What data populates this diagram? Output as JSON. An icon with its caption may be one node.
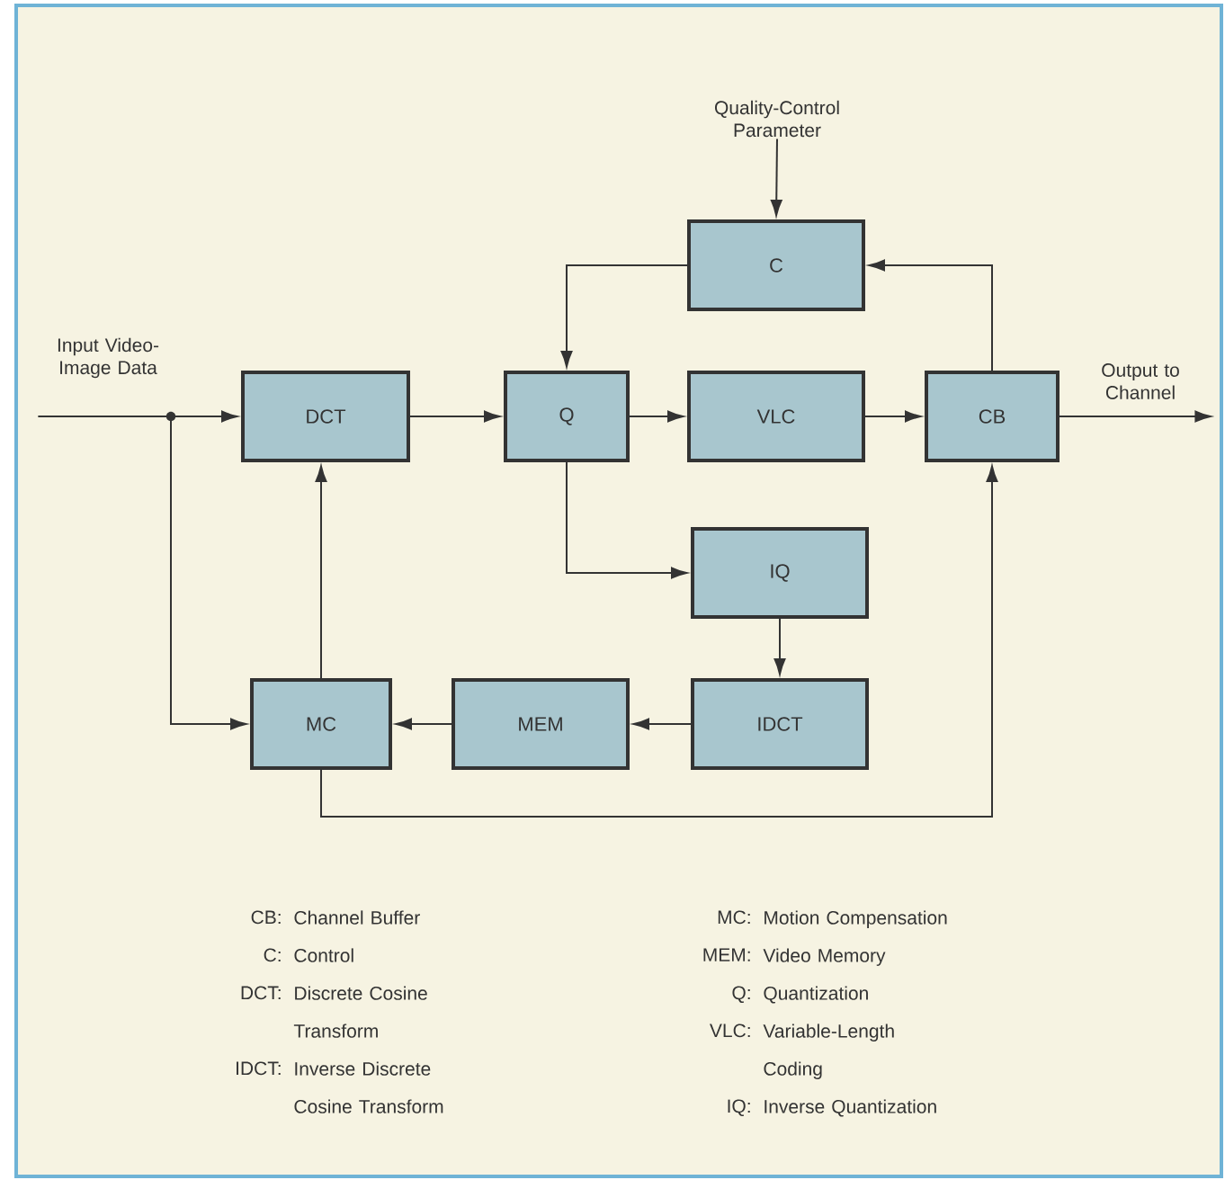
{
  "diagram": {
    "nodes": [
      {
        "text": [
          "Input Video-Image Data"
        ]
      },
      {
        "text": [
          "Quality-Control Parameter"
        ]
      },
      {
        "text": [
          "C"
        ]
      },
      {
        "text": [
          "DCT"
        ]
      },
      {
        "text": [
          "Q"
        ]
      },
      {
        "text": [
          "VLC"
        ]
      },
      {
        "text": [
          "CB"
        ]
      },
      {
        "text": [
          "Output to Channel"
        ]
      },
      {
        "text": [
          "IQ"
        ]
      },
      {
        "text": [
          "MC"
        ]
      },
      {
        "text": [
          "MEM"
        ]
      },
      {
        "text": [
          "IDCT"
        ]
      }
    ],
    "edges": [
      {
        "from": 0,
        "to": 3,
        "arrow": "to"
      },
      {
        "from": 0,
        "to": 9,
        "arrow": "to"
      },
      {
        "from": 1,
        "to": 2,
        "arrow": "to"
      },
      {
        "from": 2,
        "to": 4,
        "arrow": "to"
      },
      {
        "from": 3,
        "to": 4,
        "arrow": "to"
      },
      {
        "from": 4,
        "to": 5,
        "arrow": "to"
      },
      {
        "from": 5,
        "to": 6,
        "arrow": "to"
      },
      {
        "from": 6,
        "to": 2,
        "arrow": "to"
      },
      {
        "from": 6,
        "to": 7,
        "arrow": "to"
      },
      {
        "from": 4,
        "to": 8,
        "arrow": "to"
      },
      {
        "from": 8,
        "to": 11,
        "arrow": "to"
      },
      {
        "from": 11,
        "to": 10,
        "arrow": "to"
      },
      {
        "from": 10,
        "to": 9,
        "arrow": "to"
      },
      {
        "from": 9,
        "to": 3,
        "arrow": "to"
      },
      {
        "from": 9,
        "to": 6,
        "arrow": "to"
      }
    ],
    "labels": [
      "CB:",
      "Channel Buffer",
      "MC:",
      "Motion Compensation",
      "C:",
      "Control",
      "MEM:",
      "Video Memory",
      "DCT:",
      "Discrete Cosine Transform",
      "Q:",
      "Quantization",
      "IDCT:",
      "Inverse Discrete Cosine Transform",
      "VLC:",
      "Variable-Length Coding",
      "IQ:",
      "Inverse Quantization"
    ]
  }
}
